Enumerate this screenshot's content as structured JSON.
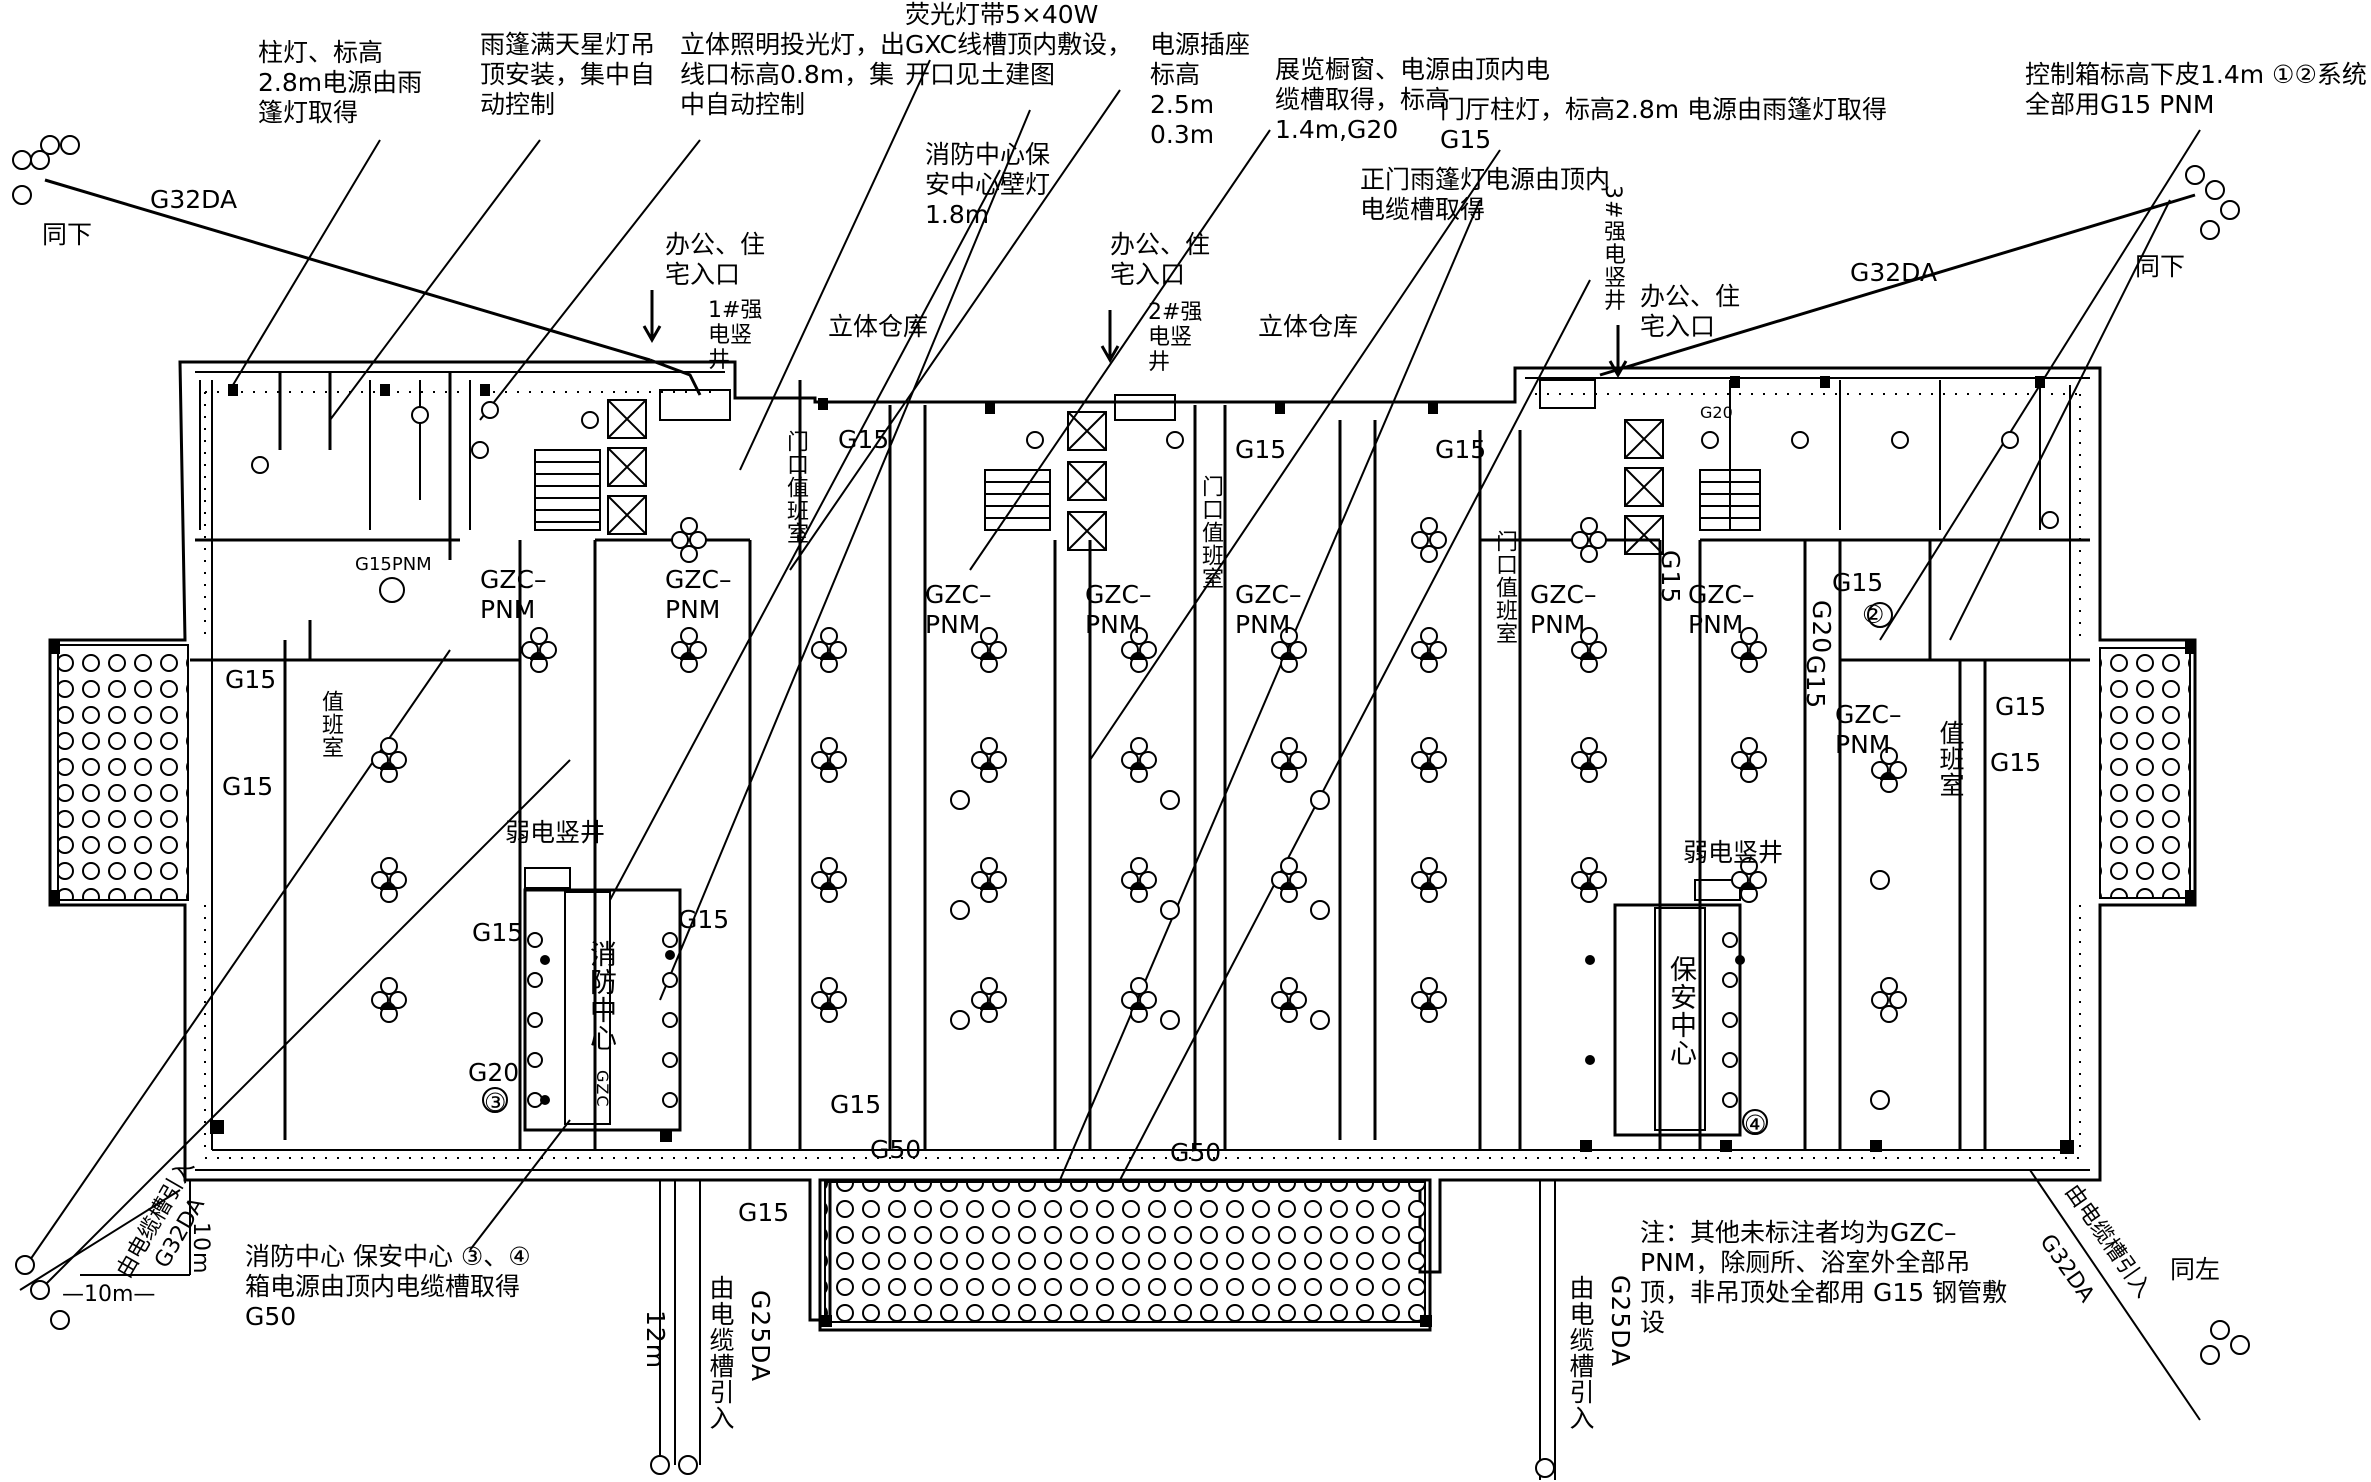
{
  "annotations": {
    "a01": "柱灯、标高2.8m电源由雨篷灯取得",
    "a02": "雨篷满天星灯吊顶安装，集中自动控制",
    "a03": "立体照明投光灯，出线口标高0.8m，集中自动控制",
    "a04": "荧光灯带5×40W GXC线槽顶内敷设，开口见土建图",
    "a05": "电源插座标高2.5m 0.3m",
    "a06": "展览橱窗、电源由顶内电缆槽取得，标高1.4m,G20",
    "a07": "门厅柱灯，标高2.8m 电源由雨篷灯取得G15",
    "a08": "控制箱标高下皮1.4m ①②系统全部用G15 PNM",
    "a09": "消防中心保安中心壁灯1.8m",
    "a10": "正门雨篷灯电源由顶内电缆槽取得",
    "a11": "办公、住宅入口",
    "a12": "办公、住宅入口",
    "a13": "办公、住宅入口",
    "a14": "1#强电竖井",
    "a15": "2#强电竖井",
    "a16": "3#强电竖井",
    "a17": "立体仓库",
    "a18": "立体仓库",
    "a19": "同下",
    "a20": "同下",
    "a21": "同左",
    "a22": "门口值班室",
    "a23": "门口值班室",
    "a24": "门口值班室",
    "a25": "值班室",
    "a26": "值班室",
    "a27": "弱电竖井",
    "a28": "弱电竖井",
    "a29": "消防中心",
    "a30": "保安中心",
    "a31": "消防中心 保安中心 ③、④箱电源由顶内电缆槽取得 G50",
    "a32": "由电缆槽引入",
    "a33": "由电缆槽引入",
    "a34": "由电缆槽引入",
    "a35": "由电缆槽引入",
    "note": "注：其他未标注者均为GZC–PNM，除厕所、浴室外全部吊顶，非吊顶处全都用 G15 钢管敷设"
  },
  "codes": {
    "g32da": "G32DA",
    "g15": "G15",
    "g20": "G20",
    "g50": "G50",
    "g25da": "G25DA",
    "g15pnm": "G15PNM",
    "gzc_pnm": "GZC–PNM",
    "gzc": "GZC",
    "dim_10m": "10m",
    "dim_neg10m": "—10m—",
    "dim_12m": "12m",
    "box2": "②",
    "box3": "③",
    "box4": "④"
  }
}
